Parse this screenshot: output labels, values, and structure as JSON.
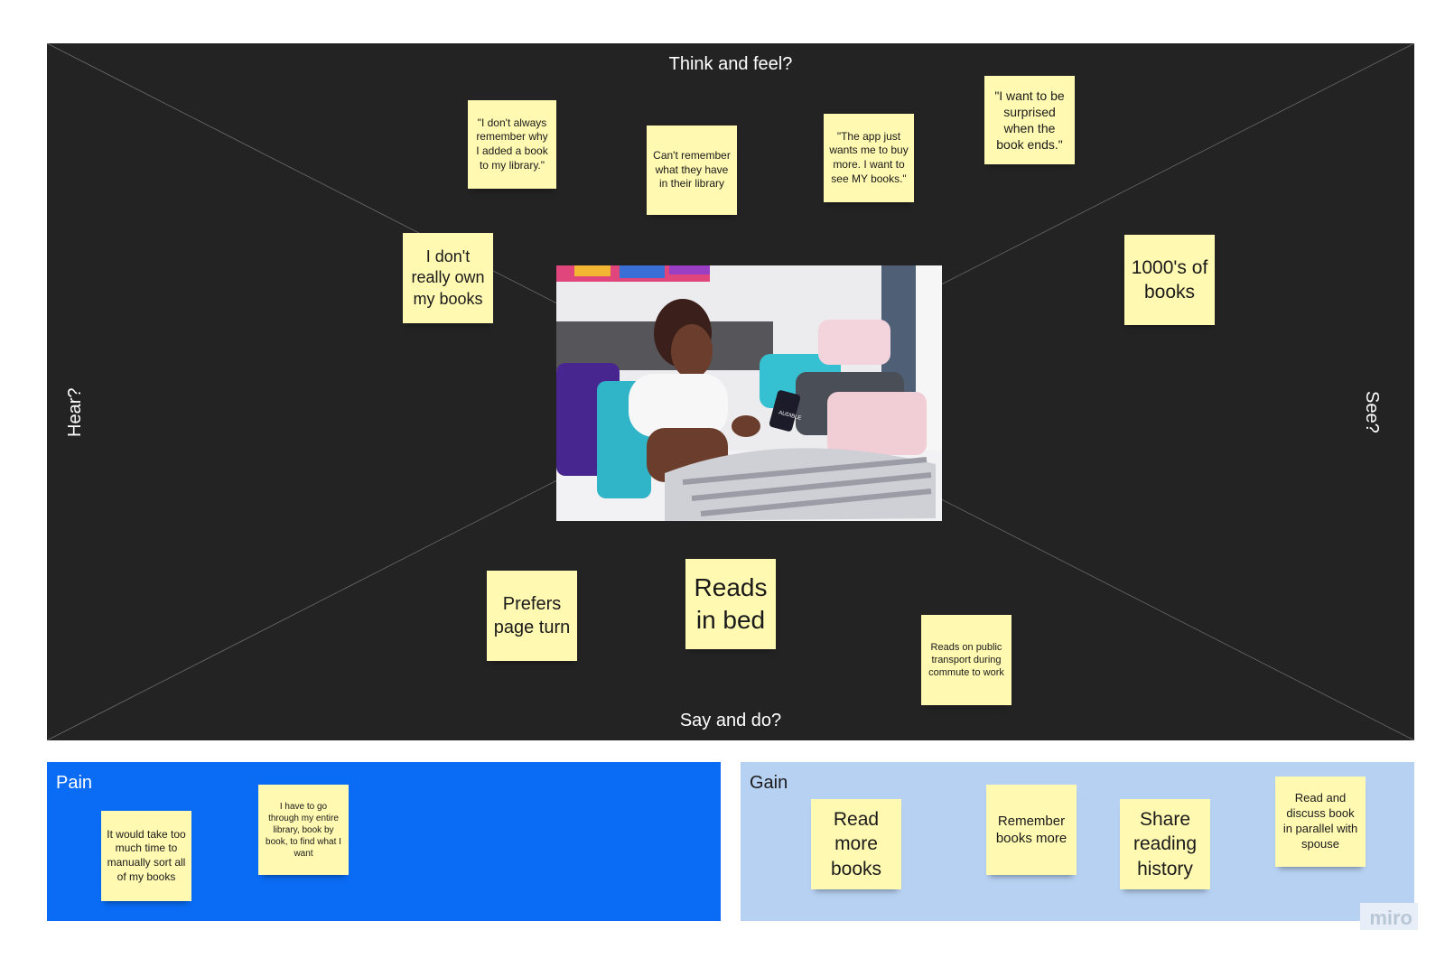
{
  "board": {
    "think_label": "Think and feel?",
    "say_label": "Say and do?",
    "hear_label": "Hear?",
    "see_label": "See?"
  },
  "photo": {
    "phone_screen_text": "AUDIBLE"
  },
  "notes": {
    "n1": "\"I don't always remember why I added a book to my library.\"",
    "n2": "Can't remember what they have in their library",
    "n3": "\"The app just wants me to buy more. I want to see MY books.\"",
    "n4": "\"I want to be surprised when the book ends.\"",
    "n5": "I don't really own my books",
    "n6": "1000's of books",
    "n7": "Prefers page turn",
    "n8": "Reads in bed",
    "n9": "Reads on public transport during commute to work"
  },
  "pain": {
    "title": "Pain",
    "notes": [
      "It would take too much time to manually sort all of my books",
      "I have to go through my entire library, book by book, to find what I want"
    ]
  },
  "gain": {
    "title": "Gain",
    "notes": [
      "Read more books",
      "Remember books more",
      "Share reading history",
      "Read and discuss book in parallel with spouse"
    ]
  },
  "watermark": "miro",
  "colors": {
    "board_bg": "#232323",
    "sticky": "#fff9b1",
    "pain_bg": "#0a6cf5",
    "gain_bg": "#b7d1f2"
  }
}
